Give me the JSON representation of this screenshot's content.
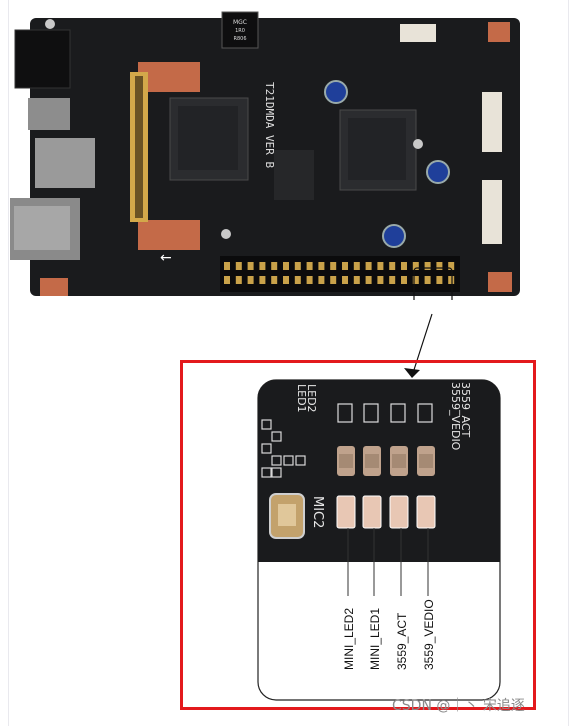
{
  "board": {
    "silk_text": "T21DMDA VER B",
    "chip_top": "MGC",
    "chip_mid": "1R0",
    "chip_low": "R806"
  },
  "zoom": {
    "silk_left": [
      "LED1",
      "LED2"
    ],
    "silk_right": [
      "3559_VEDIO",
      "3559_ACT"
    ],
    "mic_label": "MIC2",
    "labels": [
      "MINI_LED2",
      "MINI_LED1",
      "3559_ACT",
      "3559_VEDIO"
    ]
  },
  "colors": {
    "pcb": "#1a1b1d",
    "frame": "#e3191d",
    "led": "#e8c7b4"
  },
  "watermark": "CSDN @｜丶 宋追逐"
}
